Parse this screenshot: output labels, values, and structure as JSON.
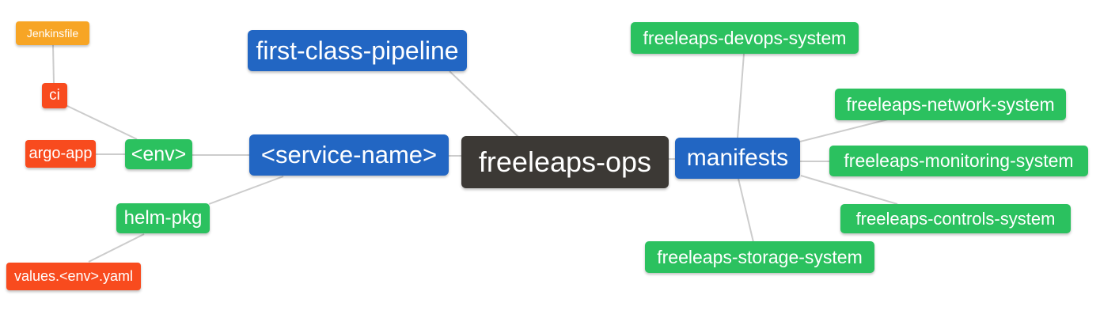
{
  "diagram": {
    "type": "mindmap",
    "root": "freeleaps-ops",
    "background": "#ffffff",
    "edge_color": "#cccccc",
    "palette": {
      "blue": "#2266c3",
      "green": "#2bc15f",
      "red_orange": "#f84b1e",
      "amber": "#f7a525",
      "dark": "#3c3935",
      "text": "#ffffff"
    }
  },
  "nodes": [
    {
      "id": "jenkinsfile",
      "label": "Jenkinsfile",
      "color": "amber"
    },
    {
      "id": "ci",
      "label": "ci",
      "color": "red_orange"
    },
    {
      "id": "argo-app",
      "label": "argo-app",
      "color": "red_orange"
    },
    {
      "id": "env",
      "label": "<env>",
      "color": "green"
    },
    {
      "id": "helm-pkg",
      "label": "helm-pkg",
      "color": "green"
    },
    {
      "id": "values-env-yaml",
      "label": "values.<env>.yaml",
      "color": "red_orange"
    },
    {
      "id": "first-class-pipeline",
      "label": "first-class-pipeline",
      "color": "blue"
    },
    {
      "id": "service-name",
      "label": "<service-name>",
      "color": "blue"
    },
    {
      "id": "freeleaps-ops",
      "label": "freeleaps-ops",
      "color": "dark"
    },
    {
      "id": "manifests",
      "label": "manifests",
      "color": "blue"
    },
    {
      "id": "freeleaps-devops-system",
      "label": "freeleaps-devops-system",
      "color": "green"
    },
    {
      "id": "freeleaps-network-system",
      "label": "freeleaps-network-system",
      "color": "green"
    },
    {
      "id": "freeleaps-monitoring-system",
      "label": "freeleaps-monitoring-system",
      "color": "green"
    },
    {
      "id": "freeleaps-controls-system",
      "label": "freeleaps-controls-system",
      "color": "green"
    },
    {
      "id": "freeleaps-storage-system",
      "label": "freeleaps-storage-system",
      "color": "green"
    }
  ],
  "edges": [
    [
      "jenkinsfile",
      "ci"
    ],
    [
      "ci",
      "env"
    ],
    [
      "argo-app",
      "env"
    ],
    [
      "env",
      "service-name"
    ],
    [
      "helm-pkg",
      "service-name"
    ],
    [
      "values-env-yaml",
      "helm-pkg"
    ],
    [
      "first-class-pipeline",
      "freeleaps-ops"
    ],
    [
      "service-name",
      "freeleaps-ops"
    ],
    [
      "freeleaps-ops",
      "manifests"
    ],
    [
      "manifests",
      "freeleaps-devops-system"
    ],
    [
      "manifests",
      "freeleaps-network-system"
    ],
    [
      "manifests",
      "freeleaps-monitoring-system"
    ],
    [
      "manifests",
      "freeleaps-controls-system"
    ],
    [
      "manifests",
      "freeleaps-storage-system"
    ]
  ]
}
